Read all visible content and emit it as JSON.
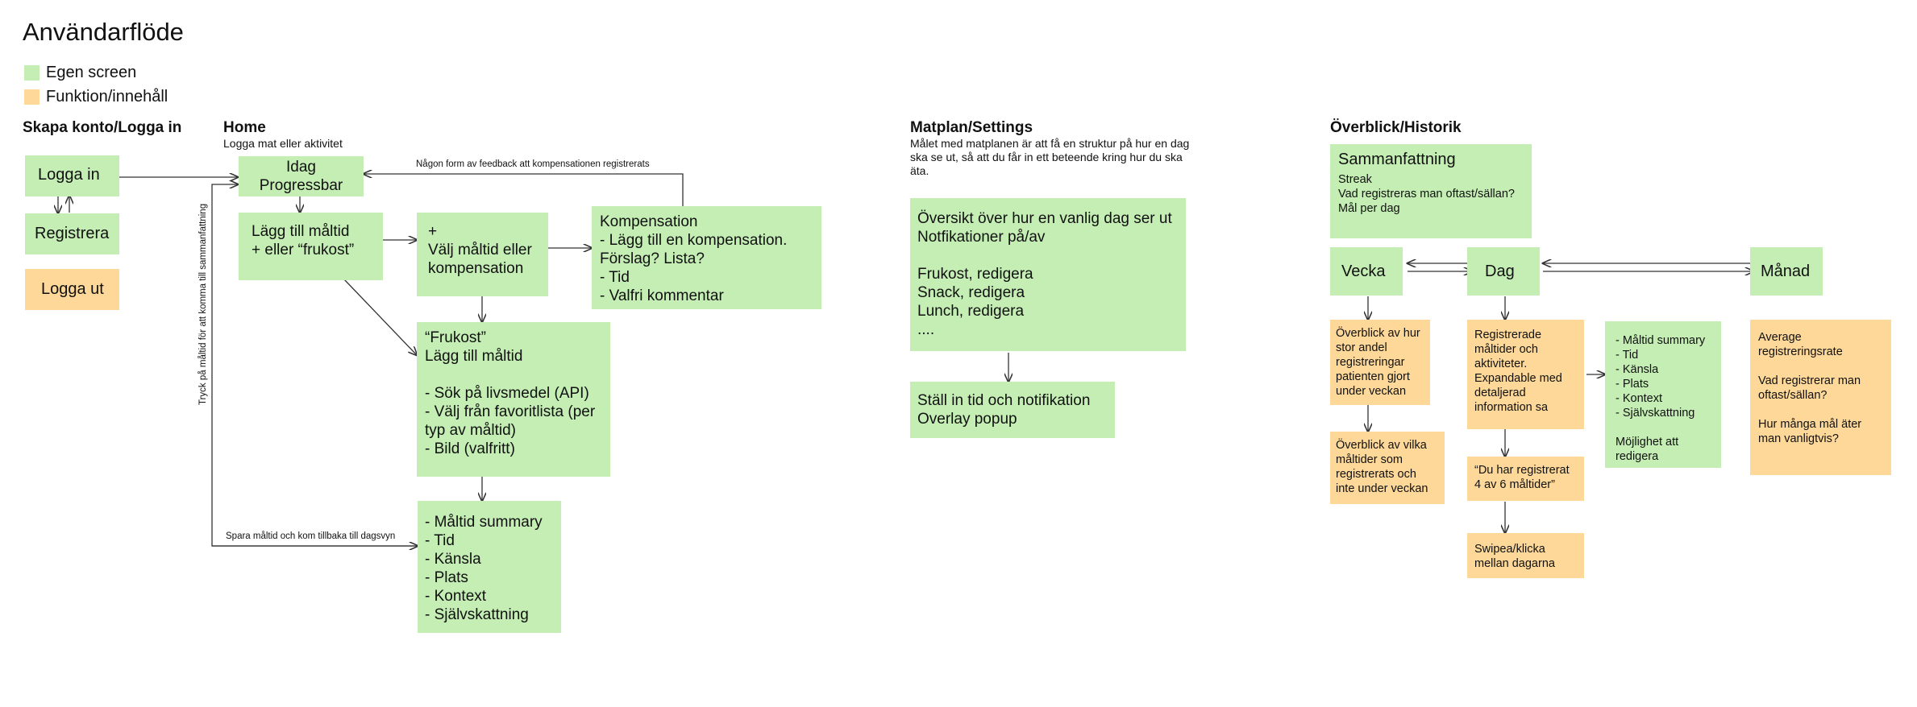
{
  "title": "Användarflöde",
  "legend": [
    {
      "label": "Egen screen",
      "color": "#c4eeb4"
    },
    {
      "label": "Funktion/innehåll",
      "color": "#fdd899"
    }
  ],
  "sections": {
    "account": {
      "heading": "Skapa konto/Logga in"
    },
    "home": {
      "heading": "Home",
      "subtitle": "Logga mat eller aktivitet"
    },
    "matplan": {
      "heading": "Matplan/Settings",
      "subtitle": "Målet med matplanen är att få en struktur på hur en dag\nska se ut, så att du får in ett beteende kring hur du ska\näta."
    },
    "overview": {
      "heading": "Överblick/Historik"
    }
  },
  "boxes": {
    "logga_in": "Logga in",
    "registrera": "Registrera",
    "logga_ut": "Logga ut",
    "idag": "Idag\nProgressbar",
    "lagg_till": "Lägg till måltid\n+ eller “frukost”",
    "plus_val": "+\nVälj måltid eller\nkompensation",
    "kompensation": "Kompensation\n- Lägg till en kompensation.\nFörslag? Lista?\n- Tid\n- Valfri kommentar",
    "frukost": "“Frukost”\n  Lägg till måltid\n\n- Sök på livsmedel (API)\n- Välj från favoritlista (per\ntyp av måltid)\n- Bild (valfritt)",
    "maltid_summary": "- Måltid summary\n- Tid\n- Känsla\n- Plats\n- Kontext\n- Självskattning",
    "oversikt_dag": "Översikt över hur en vanlig dag ser ut\nNotfikationer på/av\n\nFrukost, redigera\nSnack, redigera\nLunch, redigera\n....",
    "stall_in": "Ställ in tid och notifikation\nOverlay popup",
    "sammanfattning_title": "Sammanfattning",
    "sammanfattning_body": "Streak\nVad registreras man oftast/sällan?\nMål per dag",
    "vecka": "Vecka",
    "dag": "Dag",
    "manad": "Månad",
    "vecka_info1": "Överblick av hur\nstor andel\nregistreringar\npatienten gjort\nunder veckan",
    "vecka_info2": "Överblick av vilka\nmåltider som\nregistrerats och\ninte under veckan",
    "dag_info1": "Registrerade\nmåltider och\naktiviteter.\nExpandable med\ndetaljerad\ninformation sa",
    "dag_info2": "“Du har registrerat\n4 av 6 måltider”",
    "dag_info3": "Swipea/klicka\nmellan dagarna",
    "dag_detail": "- Måltid summary\n- Tid\n- Känsla\n- Plats\n- Kontext\n- Självskattning\n\nMöjlighet att\nredigera",
    "manad_info": "Average\nregistreringsrate\n\nVad registrerar man\noftast/sällan?\n\nHur många mål äter\nman vanligtvis?"
  },
  "annotations": {
    "feedback": "Någon form av feedback att kompensationen registrerats",
    "spara": "Spara måltid och kom tillbaka till dagsvyn",
    "tryck": "Tryck på måltid för att komma till sammanfattning"
  }
}
